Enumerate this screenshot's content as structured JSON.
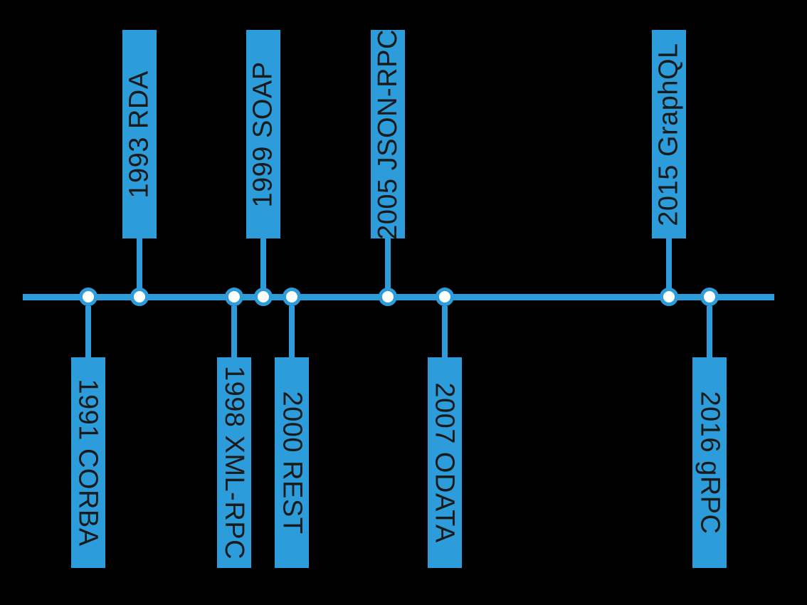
{
  "colors": {
    "accent": "#2D9CDB",
    "node_fill": "#FFFFFF",
    "label_text": "#1A1A1A",
    "background": "#000000"
  },
  "timeline": {
    "events": [
      {
        "year": "1991",
        "name": "CORBA",
        "label": "1991 CORBA",
        "side": "below"
      },
      {
        "year": "1993",
        "name": "RDA",
        "label": "1993 RDA",
        "side": "above"
      },
      {
        "year": "1998",
        "name": "XML-RPC",
        "label": "1998 XML-RPC",
        "side": "below"
      },
      {
        "year": "1999",
        "name": "SOAP",
        "label": "1999 SOAP",
        "side": "above"
      },
      {
        "year": "2000",
        "name": "REST",
        "label": "2000 REST",
        "side": "below"
      },
      {
        "year": "2005",
        "name": "JSON-RPC",
        "label": "2005 JSON-RPC",
        "side": "above"
      },
      {
        "year": "2007",
        "name": "ODATA",
        "label": "2007 ODATA",
        "side": "below"
      },
      {
        "year": "2015",
        "name": "GraphQL",
        "label": "2015 GraphQL",
        "side": "above"
      },
      {
        "year": "2016",
        "name": "gRPC",
        "label": "2016 gRPC",
        "side": "below"
      }
    ]
  }
}
